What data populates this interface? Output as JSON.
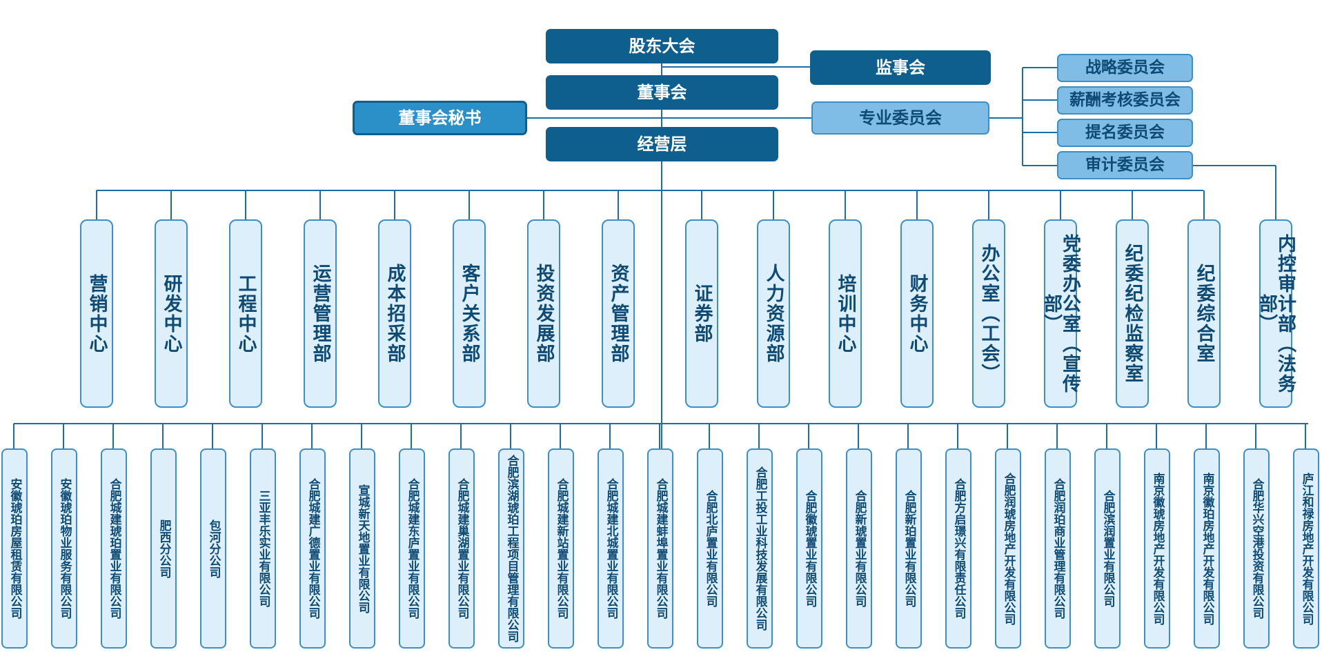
{
  "top": {
    "shareholders": "股东大会",
    "supervisors": "监事会",
    "board": "董事会",
    "secretary": "董事会秘书",
    "committees": "专业委员会",
    "management": "经营层"
  },
  "committees": [
    "战略委员会",
    "薪酬考核委员会",
    "提名委员会",
    "审计委员会"
  ],
  "departments": [
    "营销中心",
    "研发中心",
    "工程中心",
    "运营管理部",
    "成本招采部",
    "客户关系部",
    "投资发展部",
    "资产管理部",
    "证券部",
    "人力资源部",
    "培训中心",
    "财务中心",
    "办公室（工会）",
    "党委办公室（宣传部）",
    "纪委纪检监察室",
    "纪委综合室",
    "内控审计部（法务部）"
  ],
  "subsidiaries": [
    "安徽琥珀房屋租赁有限公司",
    "安徽琥珀物业服务有限公司",
    "合肥城建琥珀置业有限公司",
    "肥西分公司",
    "包河分公司",
    "三亚丰乐实业有限公司",
    "合肥城建广德置业有限公司",
    "宣城新天地置业有限公司",
    "合肥城建东庐置业有限公司",
    "合肥城建巢湖置业有限公司",
    "合肥滨湖琥珀工程项目管理有限公司",
    "合肥城建新站置业有限公司",
    "合肥城建北城置业有限公司",
    "合肥城建蚌埠置业有限公司",
    "合肥北庐置业有限公司",
    "合肥工投工业科技发展有限公司",
    "合肥徽琥置业有限公司",
    "合肥新琥置业有限公司",
    "合肥新珀置业有限公司",
    "合肥方启璟兴有限责任公司",
    "合肥润琥房地产开发有限公司",
    "合肥润珀商业管理有限公司",
    "合肥滨润置业有限公司",
    "南京徽琥房地产开发有限公司",
    "南京徽珀房地产开发有限公司",
    "合肥华兴空港投资有限公司",
    "庐江和禄房地产开发有限公司"
  ],
  "colors": {
    "dark": "#0f5f8e",
    "secretary": "#2b90c8",
    "light": "#7fbde6",
    "pale": "#dceffb",
    "border": "#3c8fc4",
    "text": "#0e4a73",
    "line": "#1a6ea8"
  }
}
